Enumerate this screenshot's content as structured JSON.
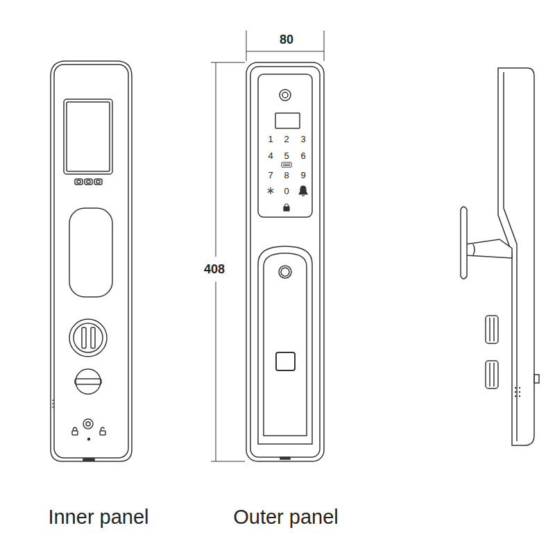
{
  "diagram": {
    "labels": [
      "80",
      "1",
      "2",
      "3",
      "4",
      "5",
      "6",
      "7",
      "8",
      "9",
      "0",
      "408",
      "Inner panel",
      "Outer panel"
    ]
  }
}
